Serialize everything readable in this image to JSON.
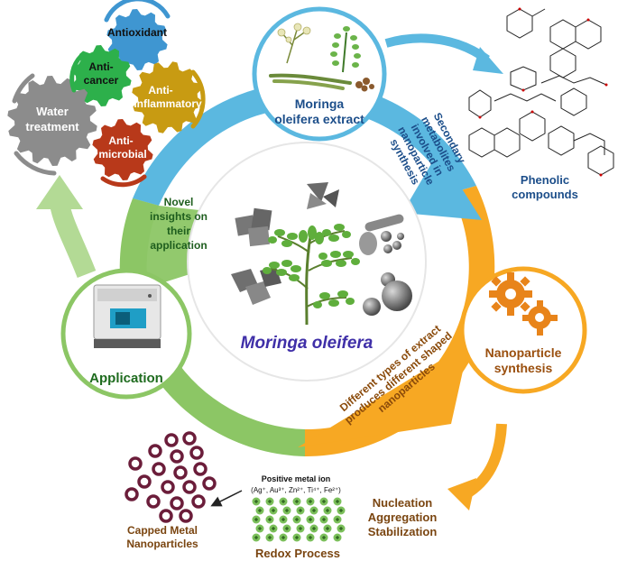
{
  "center": {
    "title": "Moringa oleifera"
  },
  "extract": {
    "line1": "Moringa",
    "line2": "oleifera extract"
  },
  "secondary": {
    "l1": "Secondary",
    "l2": "metabolites",
    "l3": "involved in",
    "l4": "nanoparticle",
    "l5": "synthesis"
  },
  "phenolic": {
    "l1": "Phenolic",
    "l2": "compounds"
  },
  "synthesis": {
    "l1": "Nanoparticle",
    "l2": "synthesis"
  },
  "orange_note": {
    "l1": "Different types of extract",
    "l2": "produces different shaped",
    "l3": "nanoparticles"
  },
  "process": {
    "l1": "Nucleation",
    "l2": "Aggregation",
    "l3": "Stabilization"
  },
  "metal": {
    "title": "Positive metal ion",
    "ions": "(Ag⁺, Au³⁺, Zn²⁺, Ti⁴⁺, Fe²⁺)"
  },
  "redox": {
    "label": "Redox Process"
  },
  "capped": {
    "l1": "Capped Metal",
    "l2": "Nanoparticles"
  },
  "application": {
    "label": "Application"
  },
  "insights": {
    "l1": "Novel",
    "l2": "insights on",
    "l3": "their",
    "l4": "application"
  },
  "gears": {
    "antioxidant": "Antioxidant",
    "anticancer_1": "Anti-",
    "anticancer_2": "cancer",
    "antiinflammatory_1": "Anti-",
    "antiinflammatory_2": "inflammatory",
    "antimicrobial_1": "Anti-",
    "antimicrobial_2": "microbial",
    "water_1": "Water",
    "water_2": "treatment"
  },
  "colors": {
    "blue": "#5BB8E0",
    "orange": "#F7A823",
    "green": "#8CC665",
    "gear_blue": "#3F96D1",
    "gear_green": "#2DB04B",
    "gear_gold": "#C89B12",
    "gear_red": "#B8391A",
    "gear_gray": "#8C8C8C",
    "capped": "#6B1D3A",
    "dot_green": "#7BBF5A"
  }
}
